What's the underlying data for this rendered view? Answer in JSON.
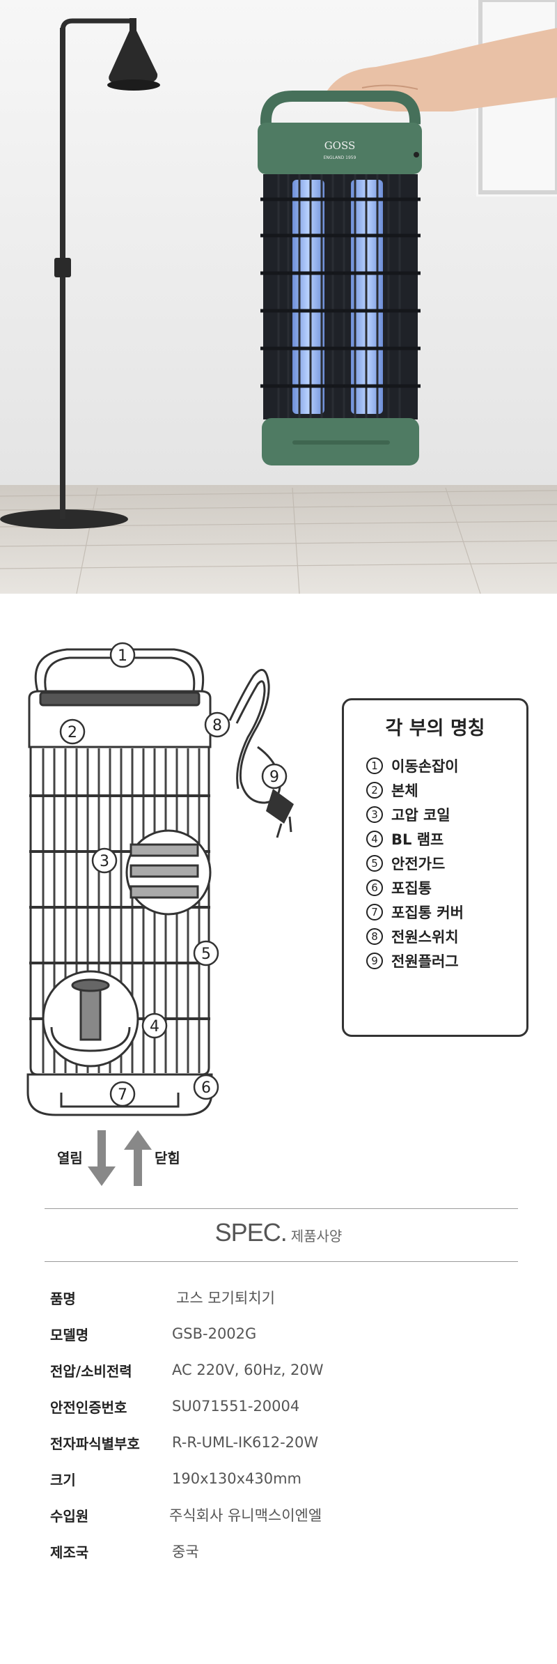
{
  "hero": {
    "brand": "GOSS",
    "brand_sub": "ENGLAND 1959",
    "colors": {
      "body": "#4f7b63",
      "lamp": "#8ab2f2",
      "floor": "#d9d6d1",
      "wall": "#f0f0f0"
    }
  },
  "diagram": {
    "callouts": [
      "1",
      "2",
      "3",
      "4",
      "5",
      "6",
      "7",
      "8",
      "9"
    ],
    "legend_title": "각 부의 명칭",
    "parts": [
      {
        "num": "1",
        "name": "이동손잡이"
      },
      {
        "num": "2",
        "name": "본체"
      },
      {
        "num": "3",
        "name": "고압 코일"
      },
      {
        "num": "4",
        "name": "BL 램프"
      },
      {
        "num": "5",
        "name": "안전가드"
      },
      {
        "num": "6",
        "name": "포집통"
      },
      {
        "num": "7",
        "name": "포집통 커버"
      },
      {
        "num": "8",
        "name": "전원스위치"
      },
      {
        "num": "9",
        "name": "전원플러그"
      }
    ],
    "open_label": "열림",
    "close_label": "닫힘"
  },
  "spec": {
    "title_main": "SPEC.",
    "title_sub": "제품사양",
    "rows": [
      {
        "label": "품명",
        "value": "고스 모기퇴치기"
      },
      {
        "label": "모델명",
        "value": "GSB-2002G"
      },
      {
        "label": "전압/소비전력",
        "value": "AC 220V, 60Hz, 20W"
      },
      {
        "label": "안전인증번호",
        "value": "SU071551-20004"
      },
      {
        "label": "전자파식별부호",
        "value": "R-R-UML-IK612-20W"
      },
      {
        "label": "크기",
        "value": "190x130x430mm"
      },
      {
        "label": "수입원",
        "value": "주식회사 유니맥스이엔엘"
      },
      {
        "label": "제조국",
        "value": "중국"
      }
    ]
  }
}
